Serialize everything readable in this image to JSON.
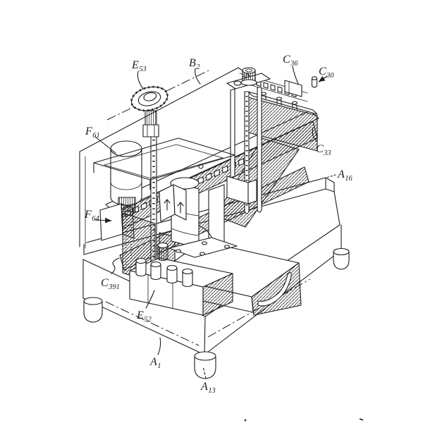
{
  "figure": {
    "kind": "patent_isometric_line_drawing",
    "background_color": "#ffffff",
    "ink_color": "#1d1d1d",
    "labels": [
      {
        "ref": "E53",
        "main": "E",
        "sub": "53"
      },
      {
        "ref": "B2",
        "main": "B",
        "sub": "2"
      },
      {
        "ref": "C36",
        "main": "C",
        "sub": "36"
      },
      {
        "ref": "C30",
        "main": "C",
        "sub": "30"
      },
      {
        "ref": "F61",
        "main": "F",
        "sub": "61"
      },
      {
        "ref": "C33",
        "main": "C",
        "sub": "33"
      },
      {
        "ref": "A16",
        "main": "A",
        "sub": "16"
      },
      {
        "ref": "F64",
        "main": "F",
        "sub": "64"
      },
      {
        "ref": "C391",
        "main": "C",
        "sub": "391"
      },
      {
        "ref": "E52",
        "main": "E",
        "sub": "52"
      },
      {
        "ref": "A1",
        "main": "A",
        "sub": "1"
      },
      {
        "ref": "A13",
        "main": "A",
        "sub": "13"
      }
    ]
  }
}
